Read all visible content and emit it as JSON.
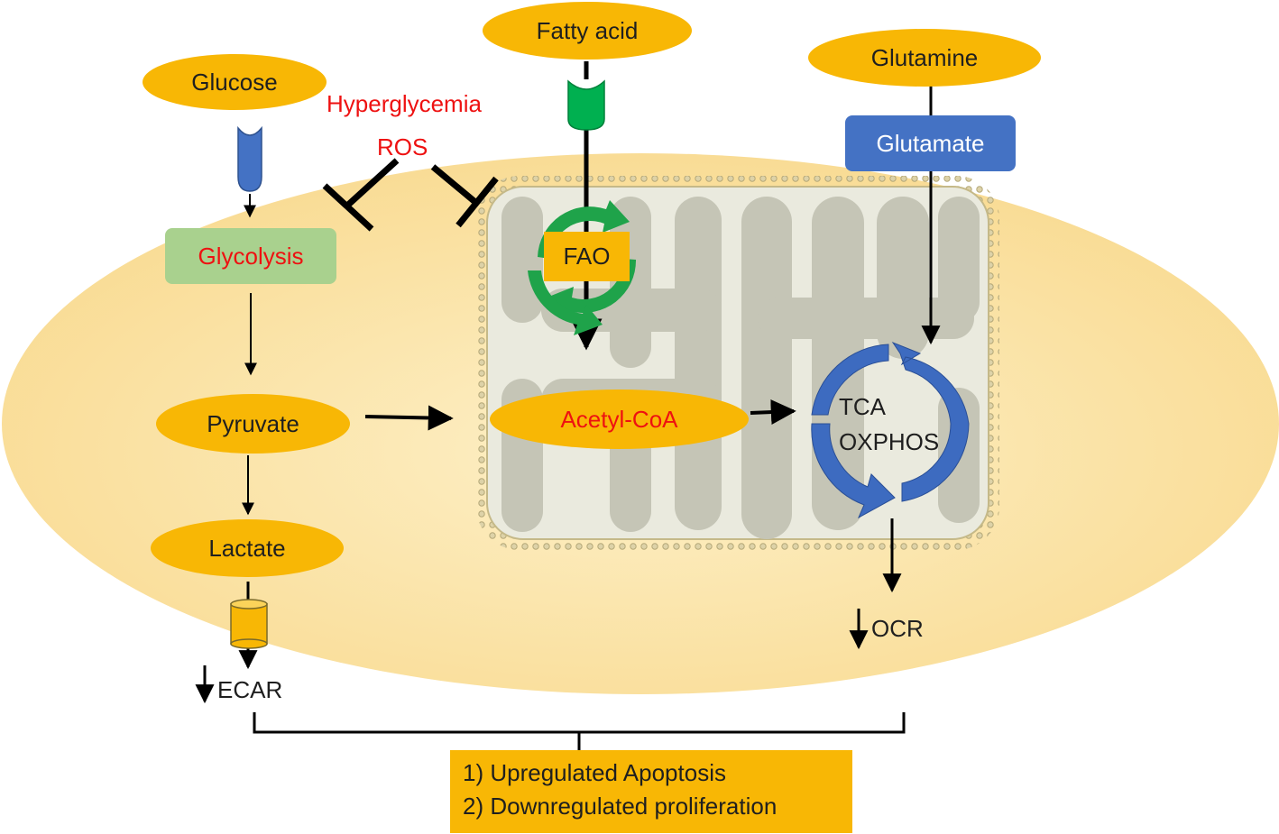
{
  "nodes": {
    "fatty_acid": "Fatty acid",
    "glutamine": "Glutamine",
    "glucose": "Glucose",
    "hyperglycemia": "Hyperglycemia",
    "ros": "ROS",
    "glutamate": "Glutamate",
    "glycolysis": "Glycolysis",
    "fao": "FAO",
    "pyruvate": "Pyruvate",
    "acetyl_coa": "Acetyl-CoA",
    "tca": "TCA",
    "oxphos": "OXPHOS",
    "lactate": "Lactate",
    "ocr": "OCR",
    "ecar": "ECAR"
  },
  "outcome": {
    "line1": "1) Upregulated Apoptosis",
    "line2": "2) Downregulated proliferation"
  },
  "colors": {
    "cell": "#fbe3a4",
    "node": "#f8b705",
    "inhibitor_text": "#ee1111",
    "glutamate": "#4472c4",
    "glycolysis": "#a9d18e",
    "fao_cycle": "#1fa34a",
    "tca_cycle": "#3d6bc0",
    "mito_matrix": "#c8c8b8"
  }
}
